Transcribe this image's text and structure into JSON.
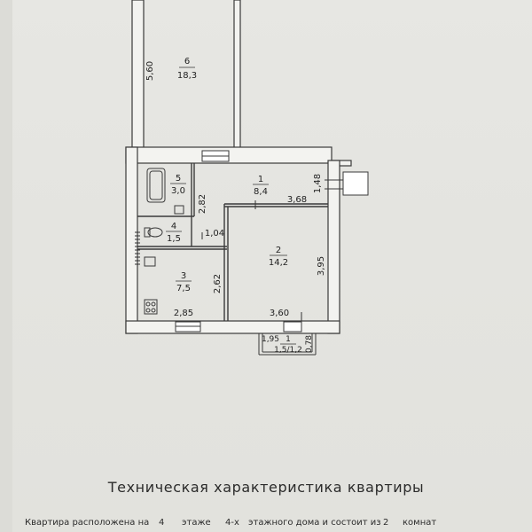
{
  "plan": {
    "room6": {
      "number": "6",
      "area": "18,3",
      "dim": "5,60"
    },
    "room5": {
      "number": "5",
      "area": "3,0",
      "dim": "2,82"
    },
    "room1": {
      "number": "1",
      "area": "8,4",
      "dim_a": "3,68",
      "dim_b": "1,48"
    },
    "room4": {
      "number": "4",
      "area": "1,5",
      "dim": "1,04"
    },
    "room2": {
      "number": "2",
      "area": "14,2",
      "dim_a": "3,95",
      "dim_b": "3,60"
    },
    "room3": {
      "number": "3",
      "area": "7,5",
      "dim_a": "2,62",
      "dim_b": "2,85"
    },
    "balcony": {
      "number": "1",
      "area": "1,5/1,2",
      "dim_a": "1,95",
      "dim_b": "0,78"
    }
  },
  "doc": {
    "heading": "Техническая характеристика квартиры",
    "line1": {
      "prefix": "Квартира расположена на",
      "floor": "4",
      "floor_word": "этаже",
      "storeys": "4-х",
      "middle": "этажного дома и состоит из",
      "rooms": "2",
      "suffix": "комнат"
    }
  }
}
